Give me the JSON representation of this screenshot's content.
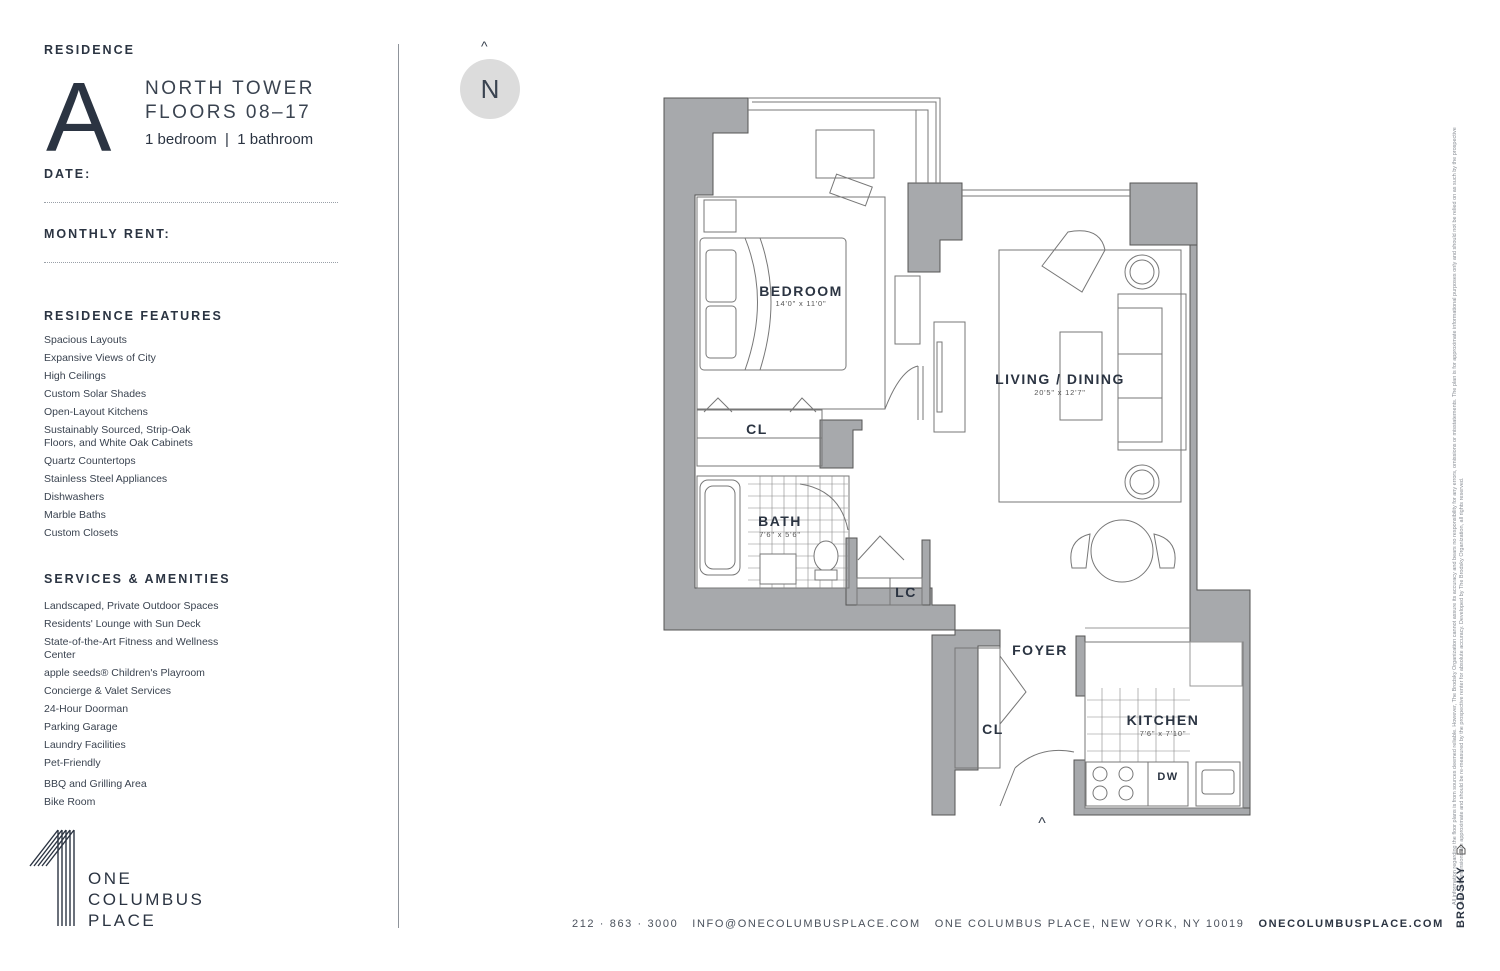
{
  "residence": {
    "label": "RESIDENCE",
    "letter": "A",
    "tower": "NORTH TOWER",
    "floors": "FLOORS 08–17",
    "config": "1 bedroom  |  1 bathroom"
  },
  "form": {
    "date_label": "DATE:",
    "rent_label": "MONTHLY RENT:"
  },
  "features": {
    "heading": "RESIDENCE FEATURES",
    "items": [
      "Spacious Layouts",
      "Expansive Views of City",
      "High Ceilings",
      "Custom Solar Shades",
      "Open-Layout Kitchens",
      "Sustainably Sourced, Strip-Oak Floors, and White Oak Cabinets",
      "Quartz Countertops",
      "Stainless Steel Appliances",
      "Dishwashers",
      "Marble Baths",
      "Custom Closets"
    ]
  },
  "amenities": {
    "heading": "SERVICES & AMENITIES",
    "items": [
      "Landscaped, Private Outdoor Spaces",
      "Residents' Lounge with Sun Deck",
      "State-of-the-Art Fitness and Wellness Center",
      "apple seeds® Children's Playroom",
      "Concierge & Valet Services",
      "24-Hour Doorman",
      "Parking Garage",
      "Laundry Facilities",
      "Pet-Friendly",
      "BBQ and Grilling Area",
      "Bike Room"
    ]
  },
  "logo": {
    "line1": "ONE",
    "line2": "COLUMBUS",
    "line3": "PLACE"
  },
  "compass": {
    "letter": "N",
    "arrow": "^"
  },
  "plan": {
    "rooms": {
      "bedroom": {
        "name": "BEDROOM",
        "size": "14'0\" x 11'0\""
      },
      "living": {
        "name": "LIVING / DINING",
        "size": "20'5\" x 12'7\""
      },
      "bath": {
        "name": "BATH",
        "size": "7'6\" x 5'6\""
      },
      "kitchen": {
        "name": "KITCHEN",
        "size": "7'6\" x 7'10\""
      },
      "foyer": {
        "name": "FOYER"
      },
      "cl_bedroom": {
        "name": "CL"
      },
      "cl_foyer": {
        "name": "CL"
      },
      "lc": {
        "name": "LC"
      },
      "dw": {
        "name": "DW"
      }
    },
    "entry_arrow": "^"
  },
  "footer": {
    "phone": "212 · 863 · 3000",
    "email": "INFO@ONECOLUMBUSPLACE.COM",
    "address": "ONE COLUMBUS PLACE, NEW YORK, NY 10019",
    "website": "ONECOLUMBUSPLACE.COM"
  },
  "legal": {
    "text": "All information regarding the floor plans is from sources deemed reliable. However, The Brodsky Organization cannot assure its accuracy and bears no responsibility for any errors, omissions or misstatements. The plan is for approximate informational purposes only and should not be relied on as such by the prospective renter. All dimensions are approximate and should be re-measured by the prospective renter for absolute accuracy. Developed by The Brodsky Organization, all rights reserved.",
    "brand": "BRODSKY"
  },
  "colors": {
    "wall": "#a7a9ac",
    "ink": "#2b3442",
    "compass_bg": "#dcdcdc"
  }
}
